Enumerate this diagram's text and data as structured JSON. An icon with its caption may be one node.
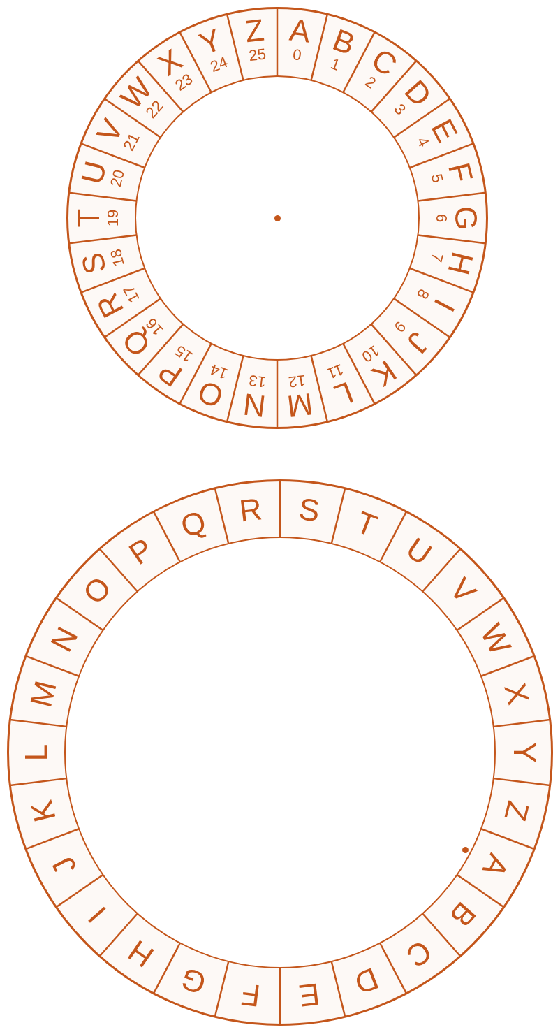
{
  "diagram": {
    "nodes": [
      {
        "text": [],
        "shape": "circle"
      },
      {
        "text": [
          "A",
          "0"
        ],
        "in": 0
      },
      {
        "text": [
          "B",
          "1"
        ],
        "in": 0
      },
      {
        "text": [
          "C",
          "2"
        ],
        "in": 0
      },
      {
        "text": [
          "D",
          "3"
        ],
        "in": 0
      },
      {
        "text": [
          "E",
          "4"
        ],
        "in": 0
      },
      {
        "text": [
          "F",
          "5"
        ],
        "in": 0
      },
      {
        "text": [
          "G",
          "6"
        ],
        "in": 0
      },
      {
        "text": [
          "H",
          "7"
        ],
        "in": 0
      },
      {
        "text": [
          "I",
          "8"
        ],
        "in": 0
      },
      {
        "text": [
          "J",
          "9"
        ],
        "in": 0
      },
      {
        "text": [
          "K",
          "10"
        ],
        "in": 0
      },
      {
        "text": [
          "L",
          "11"
        ],
        "in": 0
      },
      {
        "text": [
          "M",
          "12"
        ],
        "in": 0
      },
      {
        "text": [
          "N",
          "13"
        ],
        "in": 0
      },
      {
        "text": [
          "O",
          "14"
        ],
        "in": 0
      },
      {
        "text": [
          "P",
          "15"
        ],
        "in": 0
      },
      {
        "text": [
          "Q",
          "16"
        ],
        "in": 0
      },
      {
        "text": [
          "R",
          "17"
        ],
        "in": 0
      },
      {
        "text": [
          "S",
          "18"
        ],
        "in": 0
      },
      {
        "text": [
          "T",
          "19"
        ],
        "in": 0
      },
      {
        "text": [
          "U",
          "20"
        ],
        "in": 0
      },
      {
        "text": [
          "V",
          "21"
        ],
        "in": 0
      },
      {
        "text": [
          "W",
          "22"
        ],
        "in": 0
      },
      {
        "text": [
          "X",
          "23"
        ],
        "in": 0
      },
      {
        "text": [
          "Y",
          "24"
        ],
        "in": 0
      },
      {
        "text": [
          "Z",
          "25"
        ],
        "in": 0
      },
      {
        "text": [],
        "shape": "circle"
      },
      {
        "text": [
          "A"
        ],
        "in": 27
      },
      {
        "text": [
          "B"
        ],
        "in": 27
      },
      {
        "text": [
          "C"
        ],
        "in": 27
      },
      {
        "text": [
          "D"
        ],
        "in": 27
      },
      {
        "text": [
          "E"
        ],
        "in": 27
      },
      {
        "text": [
          "F"
        ],
        "in": 27
      },
      {
        "text": [
          "G"
        ],
        "in": 27
      },
      {
        "text": [
          "H"
        ],
        "in": 27
      },
      {
        "text": [
          "I"
        ],
        "in": 27
      },
      {
        "text": [
          "J"
        ],
        "in": 27
      },
      {
        "text": [
          "K"
        ],
        "in": 27
      },
      {
        "text": [
          "L"
        ],
        "in": 27
      },
      {
        "text": [
          "M"
        ],
        "in": 27
      },
      {
        "text": [
          "N"
        ],
        "in": 27
      },
      {
        "text": [
          "O"
        ],
        "in": 27
      },
      {
        "text": [
          "P"
        ],
        "in": 27
      },
      {
        "text": [
          "Q"
        ],
        "in": 27
      },
      {
        "text": [
          "R"
        ],
        "in": 27
      },
      {
        "text": [
          "S"
        ],
        "in": 27
      },
      {
        "text": [
          "T"
        ],
        "in": 27
      },
      {
        "text": [
          "U"
        ],
        "in": 27
      },
      {
        "text": [
          "V"
        ],
        "in": 27
      },
      {
        "text": [
          "W"
        ],
        "in": 27
      },
      {
        "text": [
          "X"
        ],
        "in": 27
      },
      {
        "text": [
          "Y"
        ],
        "in": 27
      },
      {
        "text": [
          "Z"
        ],
        "in": 27
      }
    ]
  }
}
